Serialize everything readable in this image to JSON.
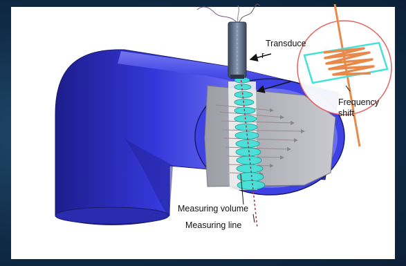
{
  "figure": {
    "labels": {
      "transducer_line1": "Transduce",
      "transducer_line2": "r",
      "frequency_line1": "Frequency",
      "frequency_line2": "shift",
      "measuring_volume": "Measuring volume",
      "measuring_line": "Measuring line"
    },
    "colors": {
      "pipe": "#3c3fe0",
      "pipe_dark": "#1e1f8a",
      "pipe_inner": "#b8b8bf",
      "beam": "#45e0d8",
      "transducer": "#5a6a86",
      "frequency_wave": "#e8894a",
      "frequency_circle": "#e45a5a",
      "measuring_line": "#c0283a",
      "background": "#16324f"
    }
  }
}
